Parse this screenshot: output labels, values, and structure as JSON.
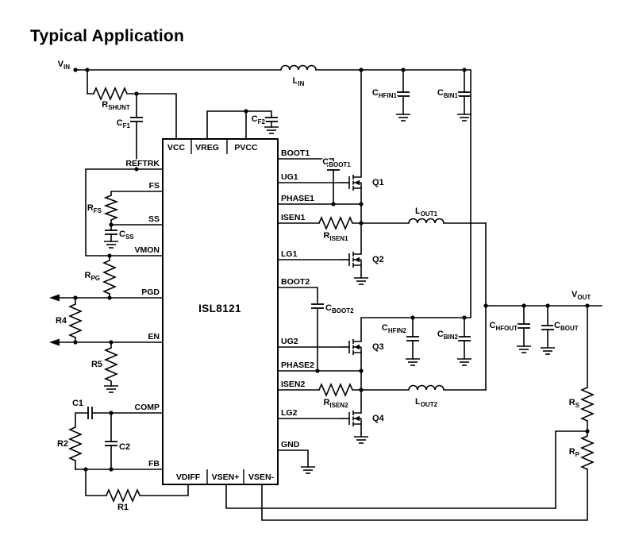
{
  "title": "Typical Application",
  "ic": {
    "name": "ISL8121",
    "top_pins": [
      "VCC",
      "VREG",
      "PVCC"
    ],
    "left_pins": [
      "REFTRK",
      "FS",
      "SS",
      "VMON",
      "PGD",
      "EN",
      "COMP",
      "FB"
    ],
    "right_pins": [
      "BOOT1",
      "UG1",
      "PHASE1",
      "ISEN1",
      "LG1",
      "BOOT2",
      "UG2",
      "PHASE2",
      "ISEN2",
      "LG2",
      "GND"
    ],
    "bottom_pins": [
      "VDIFF",
      "VSEN+",
      "VSEN-"
    ]
  },
  "nets": {
    "vin": {
      "m": "V",
      "s": "IN"
    },
    "vout": {
      "m": "V",
      "s": "OUT"
    }
  },
  "components": {
    "l_in": {
      "m": "L",
      "s": "IN"
    },
    "r_shunt": {
      "m": "R",
      "s": "SHUNT"
    },
    "c_f1": {
      "m": "C",
      "s": "F1"
    },
    "c_f2": {
      "m": "C",
      "s": "F2"
    },
    "c_hfin1": {
      "m": "C",
      "s": "HFIN1"
    },
    "c_bin1": {
      "m": "C",
      "s": "BIN1"
    },
    "c_boot1": {
      "m": "C",
      "s": "BOOT1"
    },
    "c_boot2": {
      "m": "C",
      "s": "BOOT2"
    },
    "q1": {
      "m": "Q1",
      "s": ""
    },
    "q2": {
      "m": "Q2",
      "s": ""
    },
    "q3": {
      "m": "Q3",
      "s": ""
    },
    "q4": {
      "m": "Q4",
      "s": ""
    },
    "r_isen1": {
      "m": "R",
      "s": "ISEN1"
    },
    "r_isen2": {
      "m": "R",
      "s": "ISEN2"
    },
    "l_out1": {
      "m": "L",
      "s": "OUT1"
    },
    "l_out2": {
      "m": "L",
      "s": "OUT2"
    },
    "c_hfin2": {
      "m": "C",
      "s": "HFIN2"
    },
    "c_bin2": {
      "m": "C",
      "s": "BIN2"
    },
    "c_hfout": {
      "m": "C",
      "s": "HFOUT"
    },
    "c_bout": {
      "m": "C",
      "s": "BOUT"
    },
    "r_s": {
      "m": "R",
      "s": "S"
    },
    "r_p": {
      "m": "R",
      "s": "P"
    },
    "r_fs": {
      "m": "R",
      "s": "FS"
    },
    "c_ss": {
      "m": "C",
      "s": "SS"
    },
    "r_pg": {
      "m": "R",
      "s": "PG"
    },
    "r1": {
      "m": "R1",
      "s": ""
    },
    "r2": {
      "m": "R2",
      "s": ""
    },
    "r4": {
      "m": "R4",
      "s": ""
    },
    "r5": {
      "m": "R5",
      "s": ""
    },
    "c1": {
      "m": "C1",
      "s": ""
    },
    "c2": {
      "m": "C2",
      "s": ""
    }
  },
  "colors": {
    "ink": "#000000",
    "background": "#ffffff"
  }
}
